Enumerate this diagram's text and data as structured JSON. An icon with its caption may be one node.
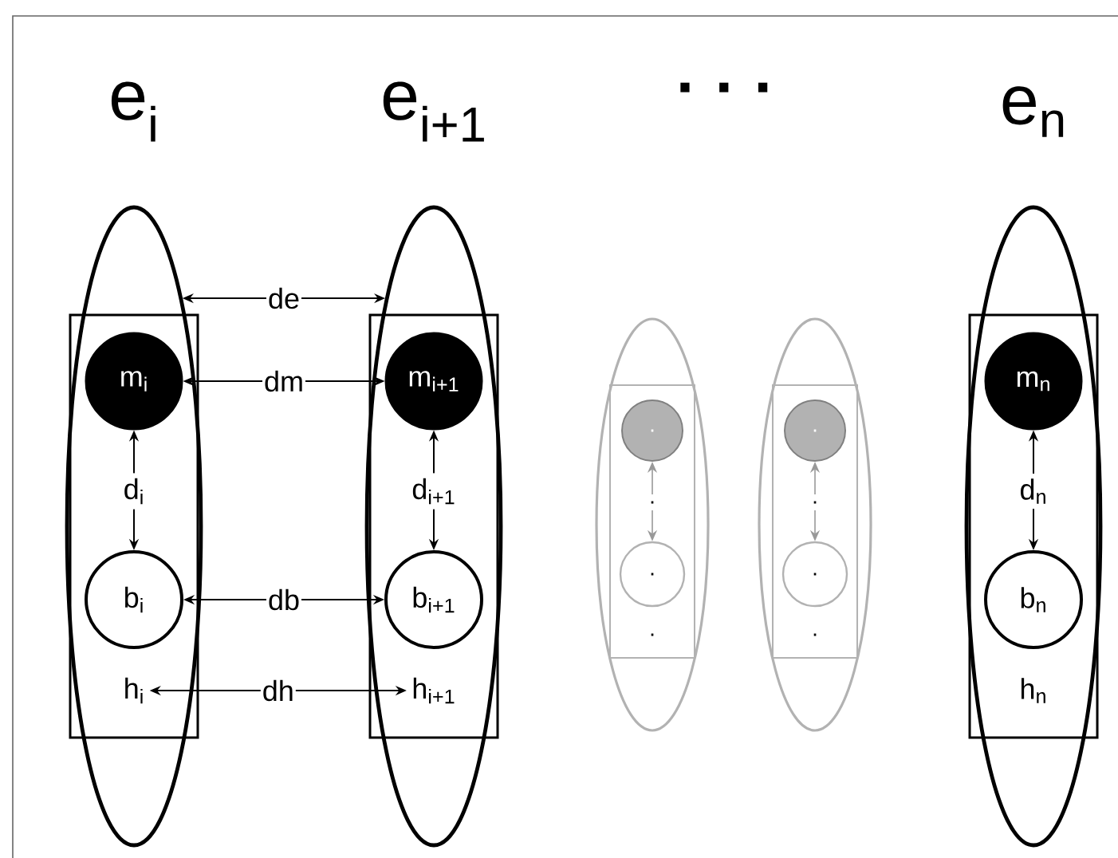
{
  "diagram": {
    "nodes": [
      {
        "text": [
          "e$_{i}$"
        ]
      },
      {
        "text": [],
        "shape": "box",
        "in": 0
      },
      {
        "text": [
          "m$_{i}$"
        ],
        "in": 1
      },
      {
        "text": [
          "d$_{i}$"
        ],
        "in": 1
      },
      {
        "text": [
          "b$_{i}$"
        ],
        "in": 1
      },
      {
        "text": [
          "h$_{i}$"
        ],
        "in": 1
      },
      {
        "text": [
          "e$_{i+1}$"
        ]
      },
      {
        "text": [],
        "shape": "box",
        "in": 6
      },
      {
        "text": [
          "m$_{i+1}$"
        ],
        "in": 7
      },
      {
        "text": [
          "d$_{i+1}$"
        ],
        "in": 7
      },
      {
        "text": [
          "b$_{i+1}$"
        ],
        "in": 7
      },
      {
        "text": [
          "h$_{i+1}$"
        ],
        "in": 7
      },
      {
        "text": [],
        "shape": "ellipse"
      },
      {
        "text": [],
        "shape": "box",
        "in": 12
      },
      {
        "text": [
          "."
        ],
        "in": 13
      },
      {
        "text": [
          "."
        ],
        "in": 13
      },
      {
        "text": [
          "."
        ],
        "in": 13
      },
      {
        "text": [
          "."
        ],
        "in": 13
      },
      {
        "text": [],
        "shape": "ellipse"
      },
      {
        "text": [],
        "shape": "box",
        "in": 18
      },
      {
        "text": [
          "."
        ],
        "in": 19
      },
      {
        "text": [
          "."
        ],
        "in": 19
      },
      {
        "text": [
          "."
        ],
        "in": 19
      },
      {
        "text": [
          "."
        ],
        "in": 19
      },
      {
        "text": [
          "e$_{n}$"
        ]
      },
      {
        "text": [],
        "shape": "box",
        "in": 24
      },
      {
        "text": [
          "m$_{n}$"
        ],
        "in": 25
      },
      {
        "text": [
          "d$_{n}$"
        ],
        "in": 25
      },
      {
        "text": [
          "b$_{n}$"
        ],
        "in": 25
      },
      {
        "text": [
          "h$_{n}$"
        ],
        "in": 25
      }
    ],
    "edges": [
      {
        "from": 0,
        "to": 6,
        "arrow": "both",
        "label": "de"
      },
      {
        "from": 2,
        "to": 8,
        "arrow": "both",
        "label": "dm"
      },
      {
        "from": 4,
        "to": 10,
        "arrow": "both",
        "label": "db"
      },
      {
        "from": 5,
        "to": 11,
        "arrow": "both",
        "label": "dh"
      },
      {
        "from": 3,
        "to": 2,
        "arrow": "to"
      },
      {
        "from": 3,
        "to": 4,
        "arrow": "to"
      },
      {
        "from": 9,
        "to": 8,
        "arrow": "to"
      },
      {
        "from": 9,
        "to": 10,
        "arrow": "to"
      },
      {
        "from": 15,
        "to": 14,
        "arrow": "to",
        "color": "#999999"
      },
      {
        "from": 15,
        "to": 16,
        "arrow": "to",
        "color": "#999999"
      },
      {
        "from": 21,
        "to": 20,
        "arrow": "to",
        "color": "#999999"
      },
      {
        "from": 21,
        "to": 22,
        "arrow": "to",
        "color": "#999999"
      },
      {
        "from": 27,
        "to": 26,
        "arrow": "to"
      },
      {
        "from": 27,
        "to": 28,
        "arrow": "to"
      }
    ],
    "labels": [
      "· · ·"
    ]
  }
}
